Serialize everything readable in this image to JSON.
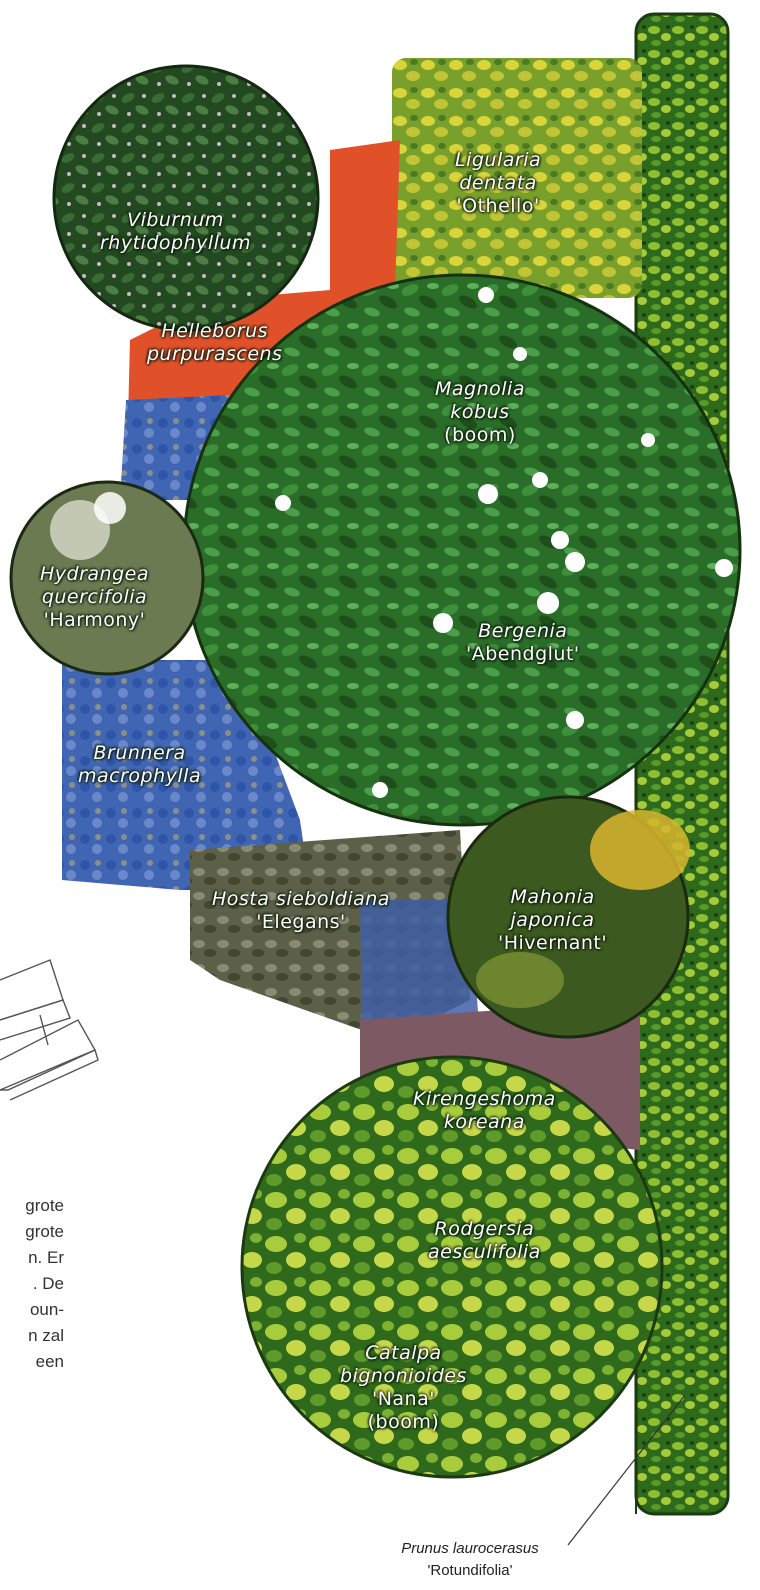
{
  "diagram": {
    "colors": {
      "hedge": "#3f7a22",
      "hedge_light": "#a7c93a",
      "canopy": "#2f7a2c",
      "canopy_dark": "#1f4f1c",
      "viburnum": "#2d5a2a",
      "hydrangea": "#6c7a52",
      "ligularia": "#93b43a",
      "helleborus": "#e0512a",
      "brunnera": "#4a6fbf",
      "hosta": "#6f6d5a",
      "mahonia": "#b8a13a",
      "kirengeshoma": "#7d5a63",
      "catalpa": "#4f8f2a",
      "catalpa_light": "#c6d84a"
    },
    "labels": {
      "viburnum": {
        "genus": "Viburnum",
        "species": "rhytidophyllum"
      },
      "ligularia": {
        "genus": "Ligularia",
        "species": "dentata",
        "cultivar": "'Othello'"
      },
      "helleborus": {
        "genus": "Helleborus",
        "species": "purpurascens"
      },
      "magnolia": {
        "genus": "Magnolia",
        "species": "kobus",
        "note": "(boom)"
      },
      "hydrangea": {
        "genus": "Hydrangea",
        "species": "quercifolia",
        "cultivar": "'Harmony'"
      },
      "bergenia": {
        "genus": "Bergenia",
        "cultivar": "'Abendglut'"
      },
      "brunnera": {
        "genus": "Brunnera",
        "species": "macrophylla"
      },
      "hosta": {
        "name": "Hosta sieboldiana",
        "cultivar": "'Elegans'"
      },
      "mahonia": {
        "genus": "Mahonia",
        "species": "japonica",
        "cultivar": "'Hivernant'"
      },
      "kirengeshoma": {
        "genus": "Kirengeshoma",
        "species": "koreana"
      },
      "rodgersia": {
        "genus": "Rodgersia",
        "species": "aesculifolia"
      },
      "catalpa": {
        "genus": "Catalpa",
        "species": "bignonioides",
        "cultivar": "'Nana'",
        "note": "(boom)"
      }
    },
    "caption": {
      "species": "Prunus laurocerasus",
      "cultivar": "'Rotundifolia'"
    },
    "body_text_fragments": [
      "grote",
      "grote",
      "n. Er",
      ". De",
      "oun-",
      "n zal",
      "een"
    ]
  }
}
